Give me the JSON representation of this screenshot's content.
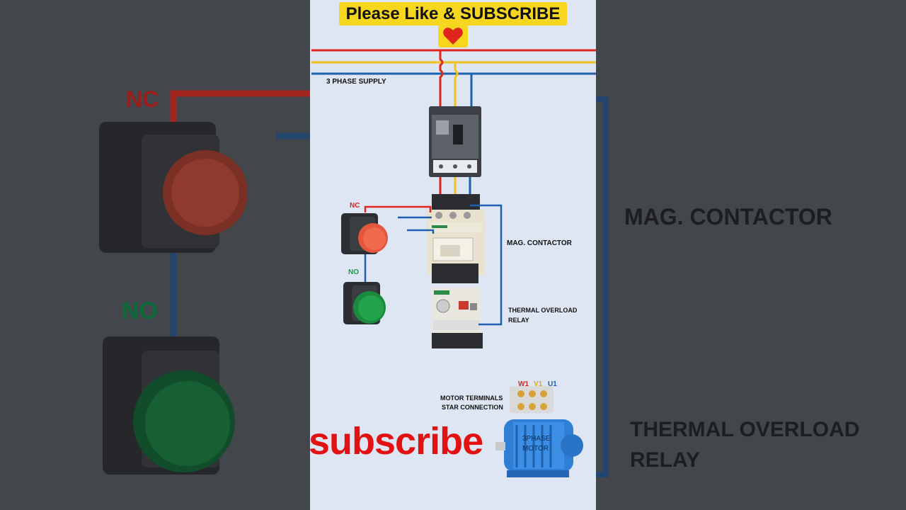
{
  "banner": {
    "text": "Please Like & SUBSCRIBE"
  },
  "labels": {
    "supply": "3 PHASE SUPPLY",
    "nc": "NC",
    "no": "NO",
    "contactor": "MAG. CONTACTOR",
    "relay_line1": "THERMAL  OVERLOAD",
    "relay_line2": "RELAY",
    "motor_terminals_line1": "MOTOR TERMINALS",
    "motor_terminals_line2": "STAR CONNECTION",
    "w1": "W1",
    "v1": "V1",
    "u1": "U1",
    "motor_line1": "3PHASE",
    "motor_line2": "MOTOR"
  },
  "subscribe_text": "subscribe",
  "colors": {
    "red": "#e0261c",
    "yellow": "#f4c21b",
    "blue": "#1f5fb0",
    "banner": "#f7d61f",
    "subscribe": "#e31212"
  },
  "icons": [
    "heart-icon",
    "circuit-breaker-icon",
    "contactor-icon",
    "overload-relay-icon",
    "push-button-nc-icon",
    "push-button-no-icon",
    "motor-icon"
  ]
}
